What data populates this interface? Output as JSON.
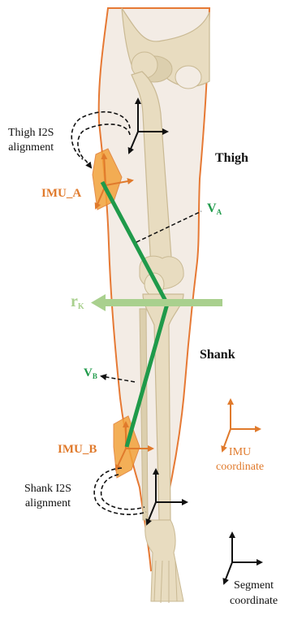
{
  "labels": {
    "thigh_i2s": [
      "Thigh I2S",
      "alignment"
    ],
    "imu_a": "IMU_A",
    "thigh": "Thigh",
    "v_a_main": "V",
    "v_a_sub": "A",
    "r_k_main": "r",
    "r_k_sub": "K",
    "shank": "Shank",
    "v_b_main": "V",
    "v_b_sub": "B",
    "imu_b": "IMU_B",
    "imu_coord": [
      "IMU",
      "coordinate"
    ],
    "shank_i2s": [
      "Shank I2S",
      "alignment"
    ],
    "segment_coord": [
      "Segment",
      "coordinate"
    ]
  },
  "colors": {
    "imu": "#e07a2c",
    "imu_block": "#f2a23a",
    "vector": "#1f9a4a",
    "rk_arrow": "#a9d08e",
    "bone": "#e8dcc0",
    "bone_shadow": "#c9b993",
    "skin_outline": "#e5722a",
    "skin_fill": "#f3ece4"
  }
}
